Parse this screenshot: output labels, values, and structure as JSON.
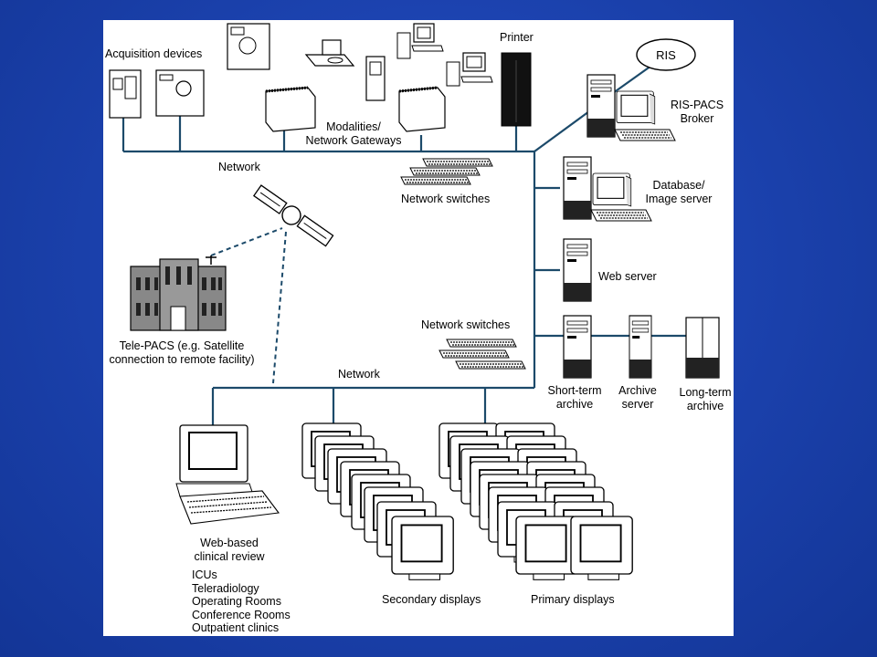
{
  "diagram": {
    "labels": {
      "acquisition_devices": "Acquisition devices",
      "printer": "Printer",
      "ris": "RIS",
      "ris_pacs_broker_1": "RIS-PACS",
      "ris_pacs_broker_2": "Broker",
      "modalities_1": "Modalities/",
      "modalities_2": "Network Gateways",
      "network_top": "Network",
      "network_switches_top": "Network switches",
      "database_1": "Database/",
      "database_2": "Image server",
      "web_server": "Web server",
      "network_switches_bottom": "Network switches",
      "tele_pacs_1": "Tele-PACS (e.g. Satellite",
      "tele_pacs_2": "connection to remote facility)",
      "network_bottom": "Network",
      "short_term_1": "Short-term",
      "short_term_2": "archive",
      "archive_server_1": "Archive",
      "archive_server_2": "server",
      "long_term_1": "Long-term",
      "long_term_2": "archive",
      "web_based_1": "Web-based",
      "web_based_2": "clinical review",
      "secondary_displays": "Secondary displays",
      "primary_displays": "Primary displays"
    },
    "clinical_review_locations": [
      "ICUs",
      "Teleradiology",
      "Operating Rooms",
      "Conference Rooms",
      "Outpatient clinics"
    ]
  }
}
